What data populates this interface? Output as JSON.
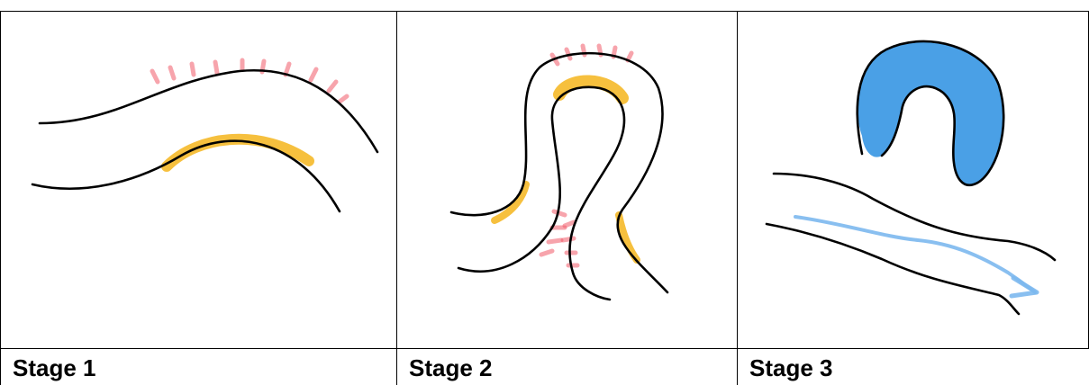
{
  "panels": [
    {
      "label": "Stage 1"
    },
    {
      "label": "Stage 2"
    },
    {
      "label": "Stage 3"
    }
  ],
  "colors": {
    "outline": "#000000",
    "erosion_marks": "#f25a6a",
    "deposition": "#f5b51c",
    "oxbow_lake": "#4aa0e6",
    "flow_arrow": "#7cb8ee"
  }
}
